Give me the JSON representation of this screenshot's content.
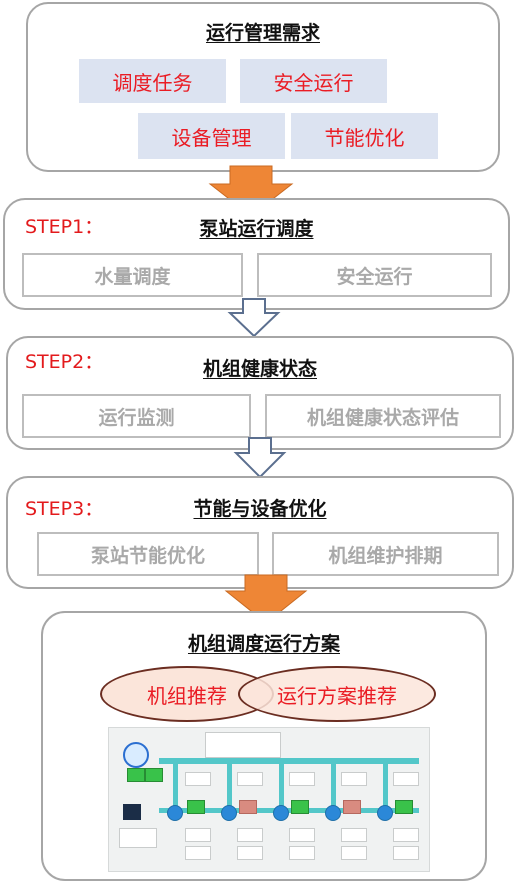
{
  "top": {
    "title": "运行管理需求",
    "tags": [
      "调度任务",
      "安全运行",
      "设备管理",
      "节能优化"
    ]
  },
  "steps": [
    {
      "label": "STEP1：",
      "title": "泵站运行调度",
      "items": [
        "水量调度",
        "安全运行"
      ]
    },
    {
      "label": "STEP2：",
      "title": "机组健康状态",
      "items": [
        "运行监测",
        "机组健康状态评估"
      ]
    },
    {
      "label": "STEP3：",
      "title": "节能与设备优化",
      "items": [
        "泵站节能优化",
        "机组维护排期"
      ]
    }
  ],
  "bottom": {
    "title": "机组调度运行方案",
    "ellipses": [
      "机组推荐",
      "运行方案推荐"
    ]
  },
  "colors": {
    "orange_arrow": "#ee8636",
    "hollow_arrow_stroke": "#5b6f8f",
    "red_text": "#ea1c24",
    "tag_bg": "#dce3f1",
    "ellipse_bg": "#fbe5da"
  }
}
